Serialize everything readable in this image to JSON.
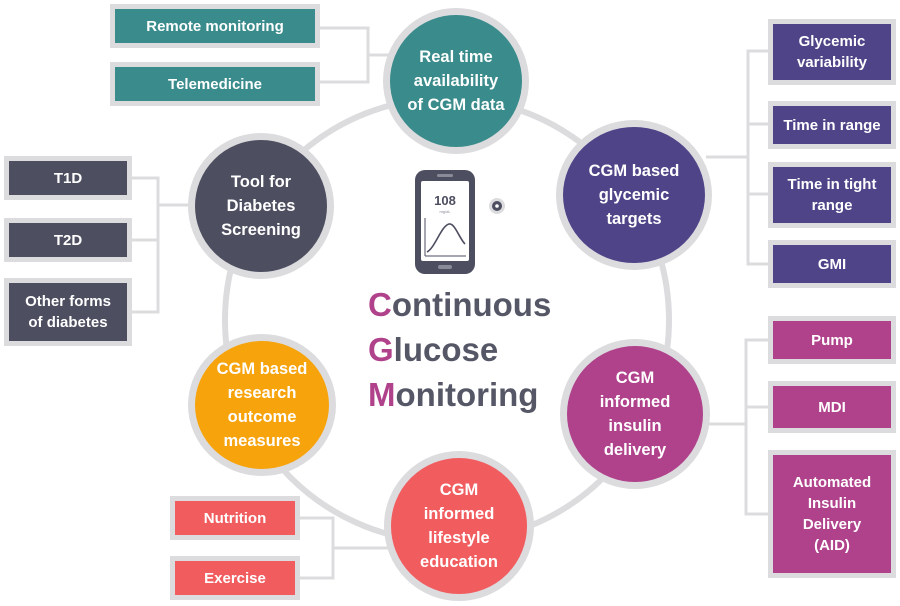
{
  "title": {
    "line1": {
      "initial": "C",
      "rest": "ontinuous"
    },
    "line2": {
      "initial": "G",
      "rest": "lucose"
    },
    "line3": {
      "initial": "M",
      "rest": "onitoring"
    }
  },
  "device": {
    "reading": "108",
    "unit": "mg/dL"
  },
  "hubs": {
    "realtime": "Real time\navailability\nof CGM data",
    "targets": "CGM based\nglycemic\ntargets",
    "insulin": "CGM\ninformed\ninsulin\ndelivery",
    "lifestyle": "CGM\ninformed\nlifestyle\neducation",
    "research": "CGM based\nresearch\noutcome\nmeasures",
    "screening": "Tool for\nDiabetes\nScreening"
  },
  "tags": {
    "remote": "Remote monitoring",
    "telemedicine": "Telemedicine",
    "variability": "Glycemic\nvariability",
    "tir": "Time in range",
    "titr": "Time in tight\nrange",
    "gmi": "GMI",
    "pump": "Pump",
    "mdi": "MDI",
    "aid": "Automated\nInsulin\nDelivery\n(AID)",
    "nutrition": "Nutrition",
    "exercise": "Exercise",
    "t1d": "T1D",
    "t2d": "T2D",
    "other": "Other forms\nof diabetes"
  },
  "colors": {
    "teal": "#3a8b8b",
    "purple": "#4f4488",
    "magenta": "#b0428c",
    "coral": "#f15c5f",
    "orange": "#f6a30c",
    "slate": "#4d4e60",
    "connector": "#dcdcdf",
    "title_text": "#555766"
  }
}
